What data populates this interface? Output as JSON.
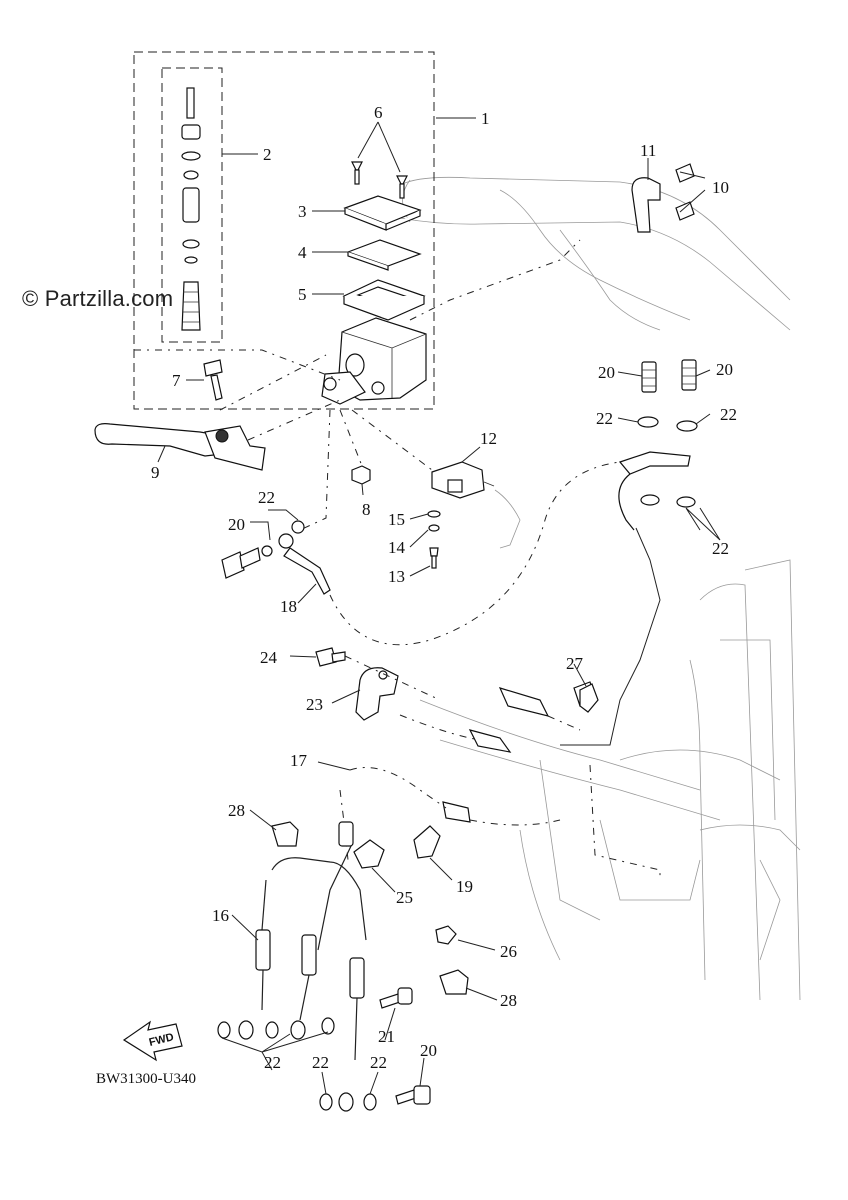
{
  "watermark": "© Partzilla.com",
  "diagram_code": "BW31300-U340",
  "fwd_label": "FWD",
  "callouts": {
    "c1": "1",
    "c2": "2",
    "c3": "3",
    "c4": "4",
    "c5": "5",
    "c6": "6",
    "c7": "7",
    "c8": "8",
    "c9": "9",
    "c10": "10",
    "c11": "11",
    "c12": "12",
    "c13": "13",
    "c14": "14",
    "c15": "15",
    "c16": "16",
    "c17": "17",
    "c18": "18",
    "c19": "19",
    "c20a": "20",
    "c20b": "20",
    "c20c": "20",
    "c20d": "20",
    "c21": "21",
    "c22a": "22",
    "c22b": "22",
    "c22c": "22",
    "c22d": "22",
    "c22e": "22",
    "c22f": "22",
    "c22g": "22",
    "c23": "23",
    "c24": "24",
    "c25": "25",
    "c26": "26",
    "c27": "27",
    "c28a": "28",
    "c28b": "28"
  }
}
